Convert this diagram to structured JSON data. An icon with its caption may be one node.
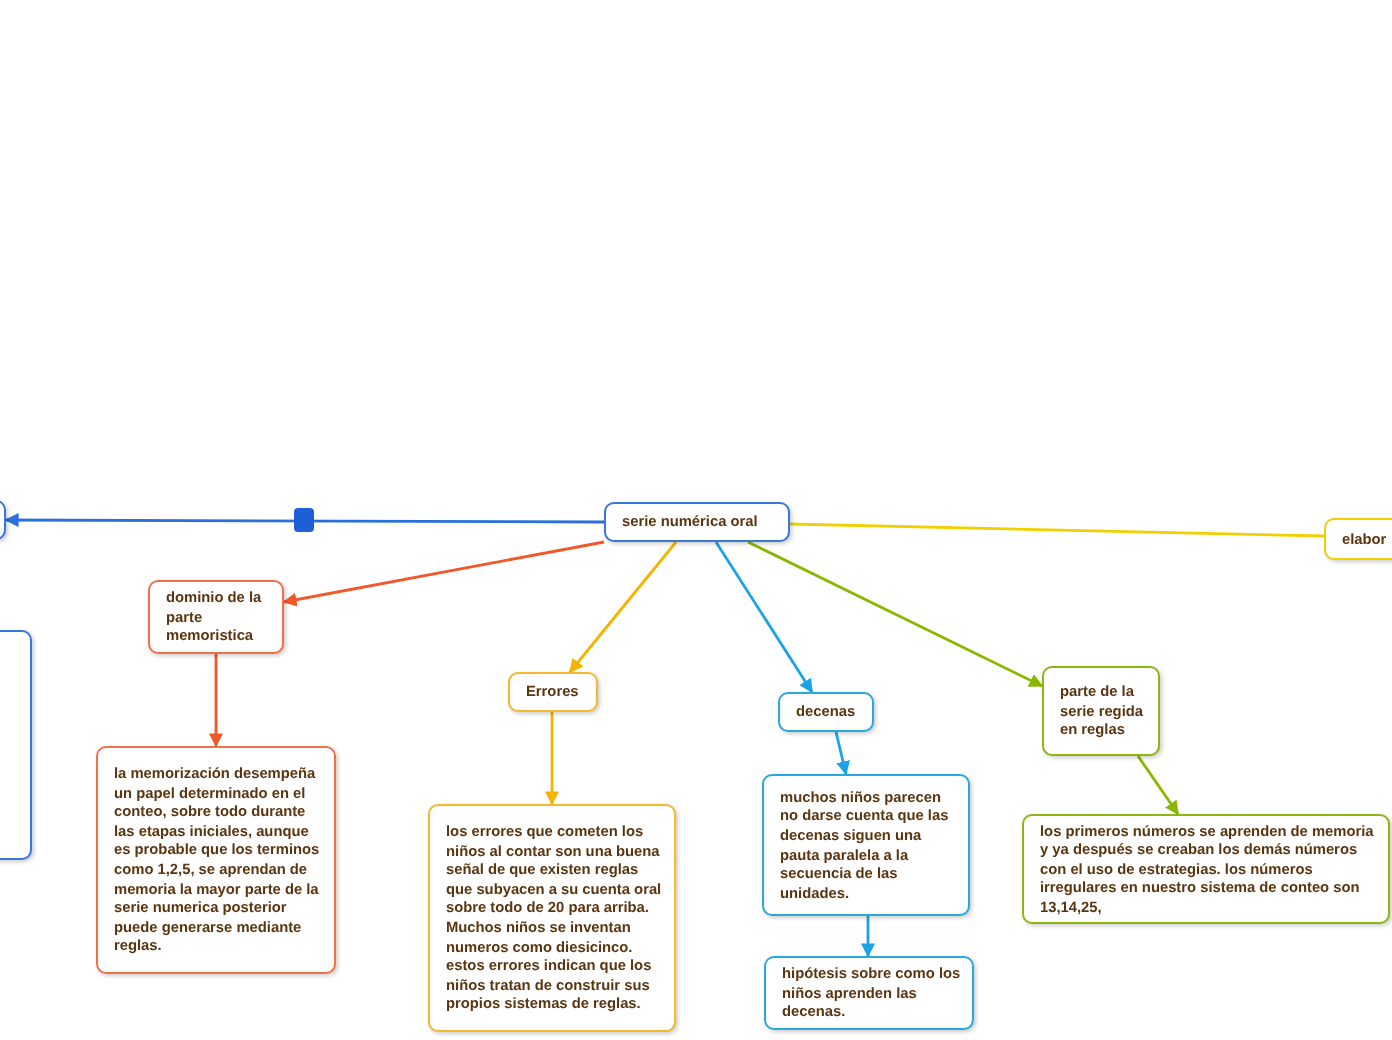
{
  "diagram": {
    "nodes": [
      {
        "text": [
          "serie numérica oral"
        ]
      },
      {
        "text": [],
        "shape": "box"
      },
      {
        "text": [],
        "shape": "box"
      },
      {
        "text": [
          "dominio de la parte memoristica"
        ]
      },
      {
        "text": [
          "la memorización desempeña un papel determinado en el conteo, sobre todo durante las etapas iniciales, aunque es probable que los terminos como 1,2,5, se aprendan de memoria la mayor parte de la serie numerica posterior puede generarse mediante reglas."
        ]
      },
      {
        "text": [
          "Errores"
        ]
      },
      {
        "text": [
          "los errores que cometen los niños al contar son una buena señal de que existen reglas que subyacen a su cuenta oral sobre todo de 20 para arriba. Muchos niños se inventan numeros como diesicinco. estos errores indican que los niños tratan de construir sus propios sistemas de reglas."
        ]
      },
      {
        "text": [
          "decenas"
        ]
      },
      {
        "text": [
          "muchos niños parecen no darse cuenta que las decenas siguen una pauta paralela a la secuencia de las unidades."
        ]
      },
      {
        "text": [
          "hipótesis sobre como los niños aprenden las decenas."
        ]
      },
      {
        "text": [
          "parte de la serie regida en reglas"
        ]
      },
      {
        "text": [
          "los primeros números se aprenden de memoria y ya después se creaban los demás números con el uso de estrategias. los números irregulares en nuestro sistema de conteo son 13,14,25,"
        ]
      },
      {
        "text": [
          "elabor"
        ]
      }
    ],
    "edges": [
      {
        "from": 0,
        "to": 1,
        "arrow": "to",
        "color": "#2a6fdb"
      },
      {
        "from": 0,
        "to": 3,
        "arrow": "to",
        "color": "#f0582a"
      },
      {
        "from": 3,
        "to": 4,
        "arrow": "to",
        "color": "#f0582a"
      },
      {
        "from": 0,
        "to": 5,
        "arrow": "to",
        "color": "#f5b400"
      },
      {
        "from": 5,
        "to": 6,
        "arrow": "to",
        "color": "#f5b400"
      },
      {
        "from": 0,
        "to": 7,
        "arrow": "to",
        "color": "#1aa3e8"
      },
      {
        "from": 7,
        "to": 8,
        "arrow": "to",
        "color": "#1aa3e8"
      },
      {
        "from": 8,
        "to": 9,
        "arrow": "to",
        "color": "#1aa3e8"
      },
      {
        "from": 0,
        "to": 10,
        "arrow": "to",
        "color": "#8ab800"
      },
      {
        "from": 10,
        "to": 11,
        "arrow": "to",
        "color": "#8ab800"
      },
      {
        "from": 0,
        "to": 12,
        "arrow": "none",
        "color": "#f0d000"
      }
    ]
  }
}
